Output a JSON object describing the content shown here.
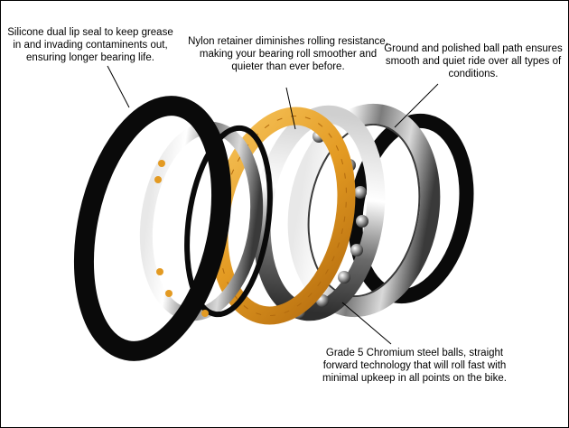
{
  "callouts": {
    "seal": "Silicone dual lip seal to keep grease in and invading contaminents out, ensuring longer bearing life.",
    "retainer": "Nylon retainer diminishes rolling resistance, making your bearing roll smoother and quieter than ever before.",
    "ball_path": "Ground and polished ball path ensures smooth and quiet ride over all types of conditions.",
    "balls": "Grade 5 Chromium steel balls, straight forward technology that will roll fast with minimal upkeep in all points on the bike."
  },
  "colors": {
    "seal_black": "#0a0a0a",
    "chrome_light": "#f2f2f2",
    "chrome_dark": "#3a3a3a",
    "nylon_orange": "#e8a12a",
    "steel_ball": "#9a9a9a",
    "leader_line": "#000000"
  }
}
